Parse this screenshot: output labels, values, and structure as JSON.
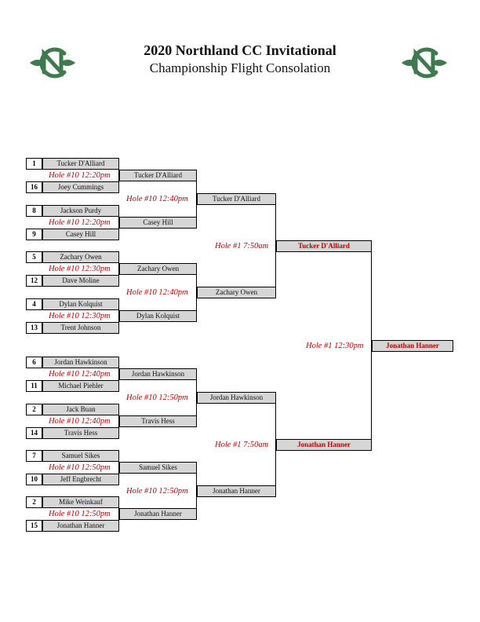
{
  "header": {
    "title": "2020 Northland CC Invitational",
    "subtitle": "Championship Flight Consolation"
  },
  "colors": {
    "logo": "#3f7a4e",
    "accent": "#c00000",
    "box": "#d6d6d6"
  },
  "round1": [
    {
      "seed": "1",
      "name": "Tucker D'Alliard"
    },
    {
      "seed": "16",
      "name": "Joey Cummings"
    },
    {
      "seed": "8",
      "name": "Jackson Purdy"
    },
    {
      "seed": "9",
      "name": "Casey Hill"
    },
    {
      "seed": "5",
      "name": "Zachary Owen"
    },
    {
      "seed": "12",
      "name": "Dave Moline"
    },
    {
      "seed": "4",
      "name": "Dylan Kolquist"
    },
    {
      "seed": "13",
      "name": "Trent Johnson"
    },
    {
      "seed": "6",
      "name": "Jordan Hawkinson"
    },
    {
      "seed": "11",
      "name": "Michael Piehler"
    },
    {
      "seed": "2",
      "name": "Jack Buan"
    },
    {
      "seed": "14",
      "name": "Travis Hess"
    },
    {
      "seed": "7",
      "name": "Samuel Sikes"
    },
    {
      "seed": "10",
      "name": "Jeff Engbrecht"
    },
    {
      "seed": "2",
      "name": "Mike Weinkauf"
    },
    {
      "seed": "15",
      "name": "Jonathan Hanner"
    }
  ],
  "round1_times": [
    "Hole #10  12:20pm",
    "Hole #10  12:20pm",
    "Hole #10  12:30pm",
    "Hole #10  12:30pm",
    "Hole #10  12:40pm",
    "Hole #10  12:40pm",
    "Hole #10  12:50pm",
    "Hole #10  12:50pm"
  ],
  "round2": [
    "Tucker D'Alliard",
    "Casey Hill",
    "Zachary Owen",
    "Dylan Kolquist",
    "Jordan Hawkinson",
    "Travis Hess",
    "Samuel Sikes",
    "Jonathan Hanner"
  ],
  "round2_times": [
    "Hole #10  12:40pm",
    "Hole #10  12:40pm",
    "Hole #10  12:50pm",
    "Hole #10  12:50pm"
  ],
  "round3": [
    "Tucker D'Alliard",
    "Zachary Owen",
    "Jordan Hawkinson",
    "Jonathan Hanner"
  ],
  "round3_times": [
    "Hole #1  7:50am",
    "Hole #1  7:50am"
  ],
  "semifinal": [
    "Tucker D'Alliard",
    "Jonathan Hanner"
  ],
  "final_time": "Hole #1  12:30pm",
  "champion": "Jonathan Hanner"
}
